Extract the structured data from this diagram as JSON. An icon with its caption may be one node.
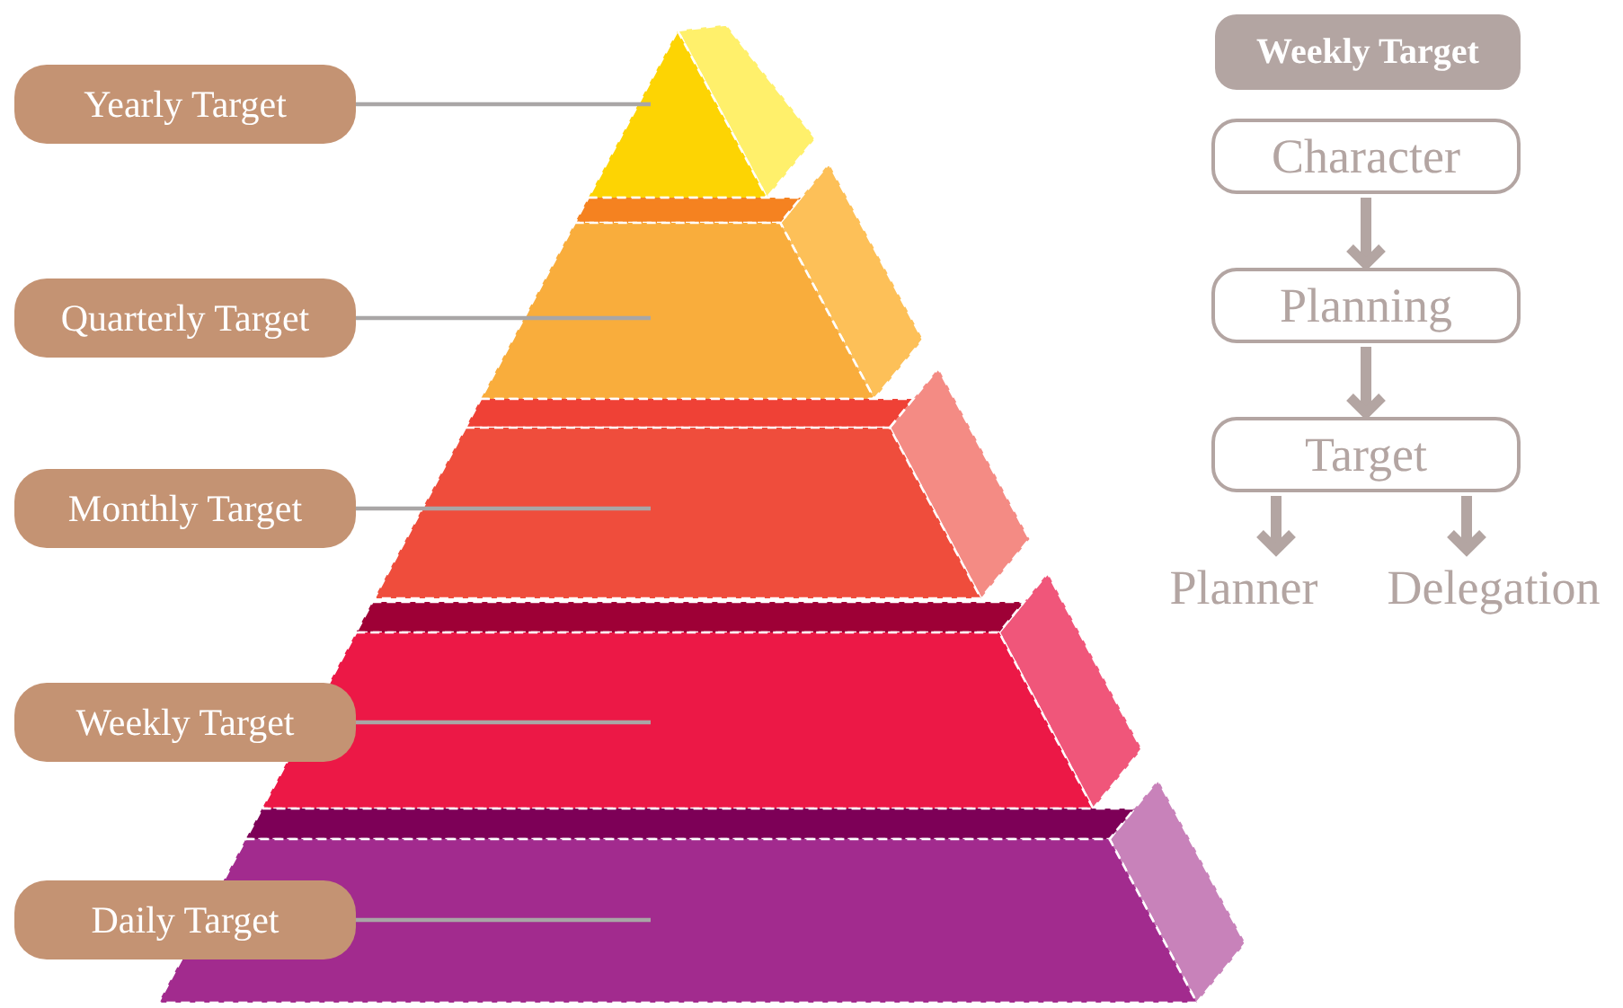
{
  "diagram": {
    "nodes": [
      {
        "text": [
          "Yearly Target"
        ]
      },
      {
        "text": [
          "Quarterly Target"
        ]
      },
      {
        "text": [
          "Monthly Target"
        ]
      },
      {
        "text": [
          "Weekly Target"
        ]
      },
      {
        "text": [
          "Daily Target"
        ]
      },
      {
        "text": [],
        "shape": "triangle"
      },
      {
        "text": [],
        "shape": "trapezoid"
      },
      {
        "text": [],
        "shape": "trapezoid"
      },
      {
        "text": [],
        "shape": "trapezoid"
      },
      {
        "text": [],
        "shape": "trapezoid"
      },
      {
        "text": [
          "Weekly Target"
        ]
      },
      {
        "text": [
          "Character"
        ]
      },
      {
        "text": [
          "Planning"
        ]
      },
      {
        "text": [
          "Target"
        ]
      },
      {
        "text": [
          "Planner"
        ]
      },
      {
        "text": [
          "Delegation"
        ]
      }
    ],
    "edges": [
      {
        "from": 0,
        "to": 5,
        "arrow": "none"
      },
      {
        "from": 1,
        "to": 6,
        "arrow": "none"
      },
      {
        "from": 2,
        "to": 7,
        "arrow": "none"
      },
      {
        "from": 3,
        "to": 8,
        "arrow": "none"
      },
      {
        "from": 4,
        "to": 9,
        "arrow": "none"
      },
      {
        "from": 11,
        "to": 12,
        "arrow": "to",
        "style": "thick"
      },
      {
        "from": 12,
        "to": 13,
        "arrow": "to",
        "style": "thick"
      },
      {
        "from": 13,
        "to": 14,
        "arrow": "to",
        "style": "thick"
      },
      {
        "from": 13,
        "to": 15,
        "arrow": "to",
        "style": "thick"
      }
    ]
  }
}
